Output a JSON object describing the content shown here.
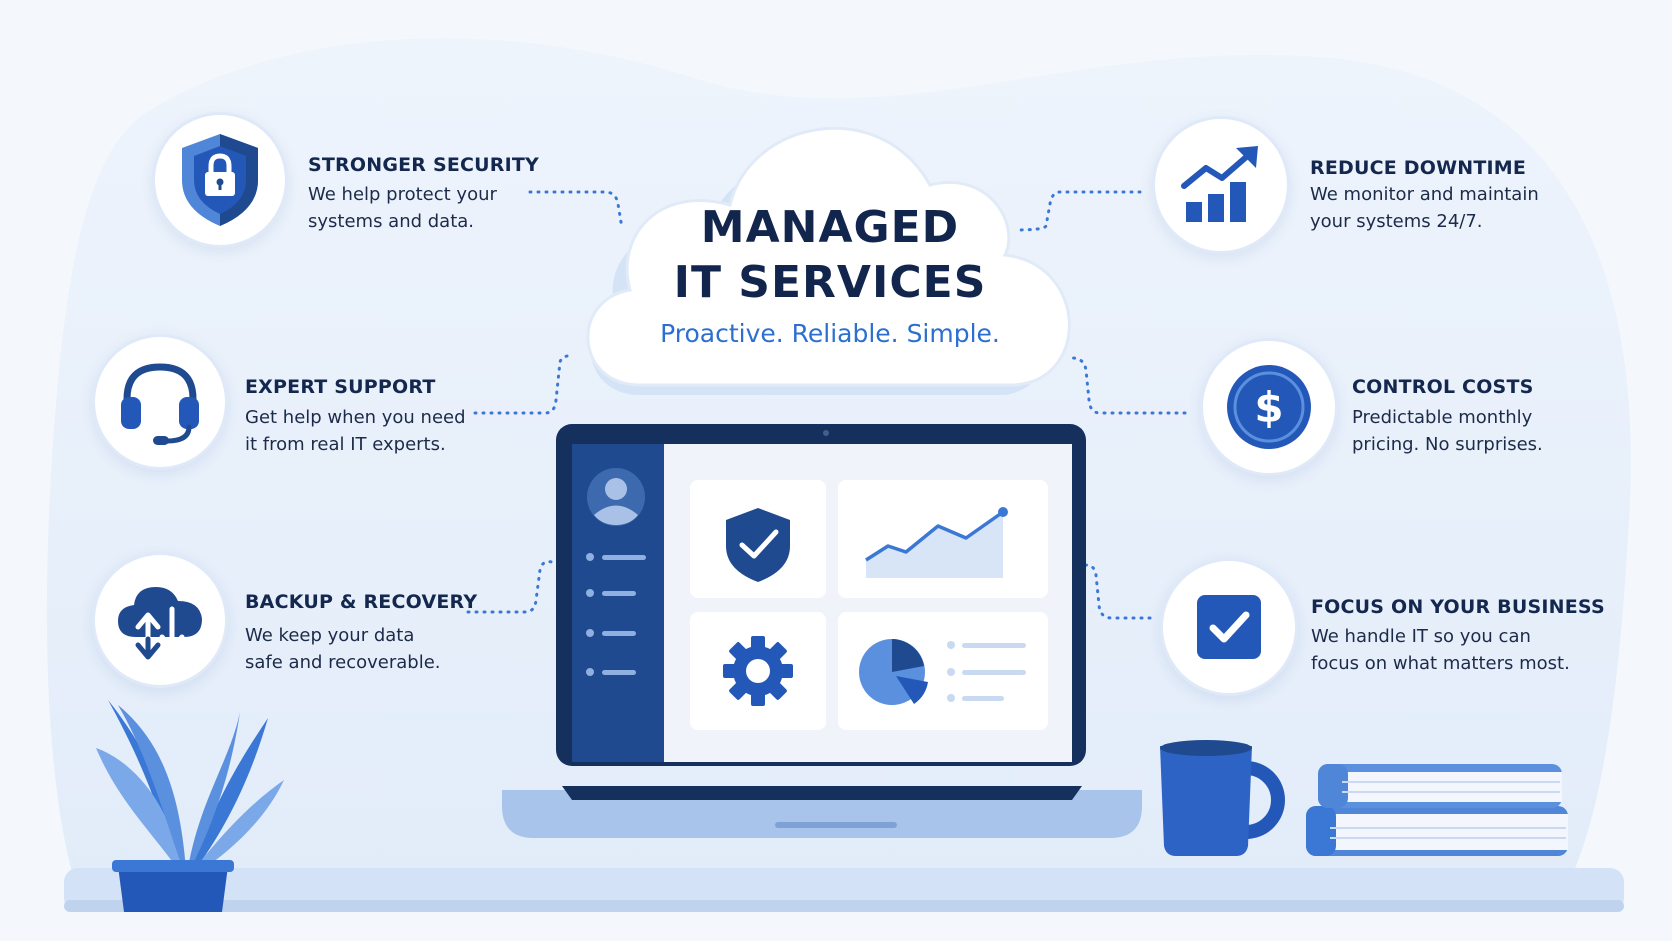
{
  "cloud": {
    "title_line1": "MANAGED",
    "title_line2": "IT SERVICES",
    "tagline": "Proactive. Reliable. Simple."
  },
  "features": {
    "security": {
      "icon": "shield-lock-icon",
      "title": "STRONGER SECURITY",
      "desc1": "We help protect your",
      "desc2": "systems and data."
    },
    "support": {
      "icon": "headset-icon",
      "title": "EXPERT SUPPORT",
      "desc1": "Get help when you need",
      "desc2": "it from real IT experts."
    },
    "backup": {
      "icon": "cloud-sync-icon",
      "title": "BACKUP & RECOVERY",
      "desc1": "We keep your data",
      "desc2": "safe and recoverable."
    },
    "downtime": {
      "icon": "growth-chart-icon",
      "title": "REDUCE DOWNTIME",
      "desc1": "We monitor and maintain",
      "desc2": "your systems 24/7."
    },
    "costs": {
      "icon": "dollar-coin-icon",
      "title": "CONTROL COSTS",
      "desc1": "Predictable monthly",
      "desc2": "pricing. No surprises."
    },
    "focus": {
      "icon": "checkbox-icon",
      "title": "FOCUS ON YOUR BUSINESS",
      "desc1": "We handle IT so you can",
      "desc2": "focus on what matters most."
    }
  },
  "colors": {
    "navy": "#14284f",
    "primary_blue": "#2458b8",
    "accent_blue": "#2d6fd1",
    "light_blue": "#dce8f8",
    "background": "#f4f8fd"
  }
}
